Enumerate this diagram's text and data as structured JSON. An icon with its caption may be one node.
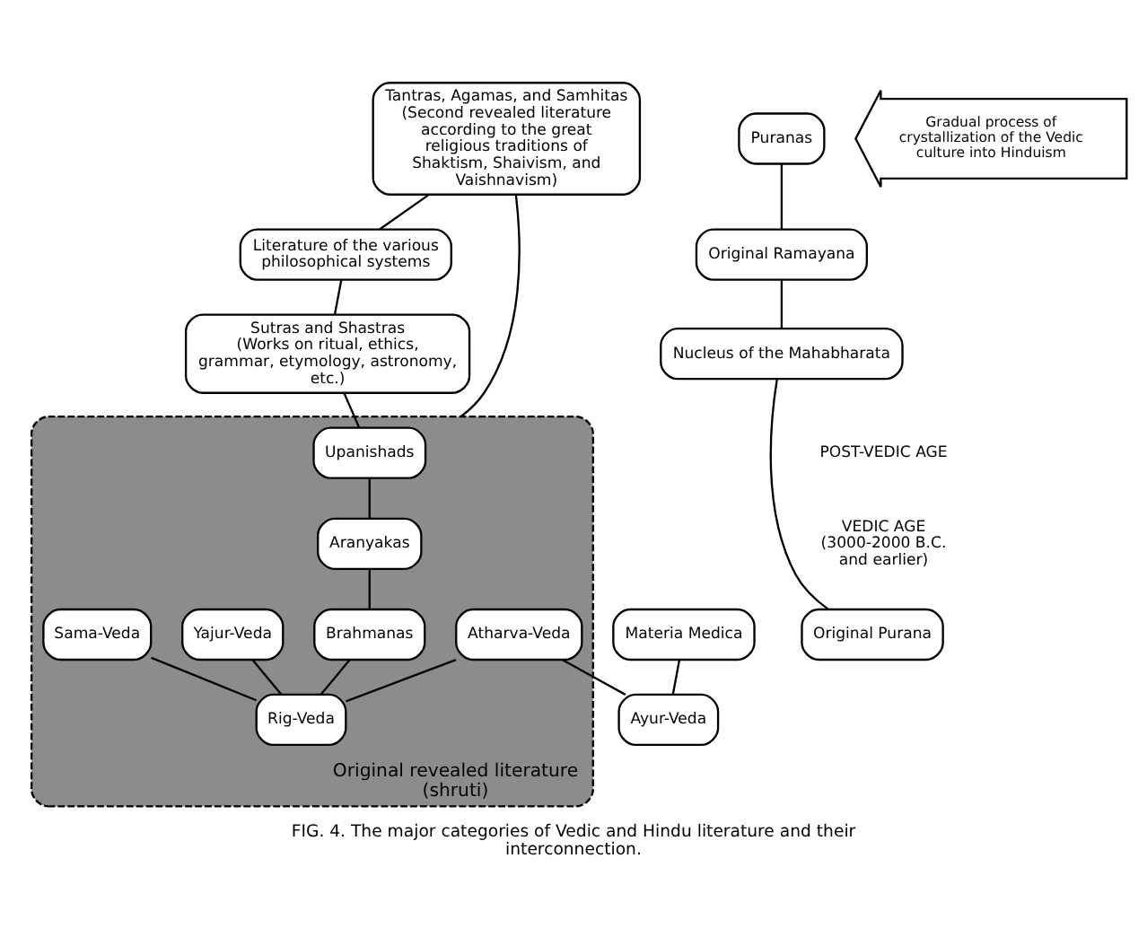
{
  "diagram": {
    "caption": "FIG. 4. The major categories of Vedic and Hindu literature and their interconnection.",
    "nodes": [
      {
        "text": [
          "Tantras, Agamas, and Samhitas",
          "(Second revealed literature according to the great religious traditions of Shaktism, Shaivism, and Vaishnavism)"
        ]
      },
      {
        "text": [
          "Literature of the various philosophical systems"
        ]
      },
      {
        "text": [
          "Sutras and Shastras",
          "(Works on ritual, ethics, grammar, etymology, astronomy, etc.)"
        ]
      },
      {
        "text": [
          "Puranas"
        ]
      },
      {
        "text": [
          "Materia Medica"
        ]
      },
      {
        "text": [
          "Original Ramayana"
        ]
      },
      {
        "text": [
          "Nucleus of the Mahabharata"
        ]
      },
      {
        "text": [
          "Original revealed literature (shruti)"
        ]
      },
      {
        "text": [
          "Upanishads"
        ],
        "in": 7
      },
      {
        "text": [
          "Aranyakas"
        ],
        "in": 7
      },
      {
        "text": [
          "Brahmanas"
        ],
        "in": 7
      },
      {
        "text": [
          "Atharva-Veda"
        ],
        "in": 7
      },
      {
        "text": [
          "Yajur-Veda"
        ],
        "in": 7
      },
      {
        "text": [
          "Sama-Veda"
        ],
        "in": 7
      },
      {
        "text": [
          "Rig-Veda"
        ],
        "in": 7
      },
      {
        "text": [
          "Ayur-Veda"
        ]
      },
      {
        "text": [
          "Original Purana"
        ]
      },
      {
        "text": [
          "Gradual process of crystallization of the Vedic culture into Hinduism"
        ]
      }
    ],
    "edges": [
      {
        "from": 0,
        "to": 1,
        "arrow": "none"
      },
      {
        "from": 1,
        "to": 2,
        "arrow": "none"
      },
      {
        "from": 0,
        "to": 7,
        "arrow": "none"
      },
      {
        "from": 2,
        "to": 8,
        "arrow": "none"
      },
      {
        "from": 8,
        "to": 9,
        "arrow": "none"
      },
      {
        "from": 9,
        "to": 10,
        "arrow": "none"
      },
      {
        "from": 10,
        "to": 14,
        "arrow": "none"
      },
      {
        "from": 12,
        "to": 14,
        "arrow": "none"
      },
      {
        "from": 13,
        "to": 14,
        "arrow": "none"
      },
      {
        "from": 11,
        "to": 14,
        "arrow": "none"
      },
      {
        "from": 11,
        "to": 15,
        "arrow": "none"
      },
      {
        "from": 4,
        "to": 15,
        "arrow": "none"
      },
      {
        "from": 3,
        "to": 5,
        "arrow": "none"
      },
      {
        "from": 5,
        "to": 6,
        "arrow": "none"
      },
      {
        "from": 6,
        "to": 16,
        "arrow": "none"
      }
    ],
    "labels": [
      "POST-VEDIC AGE",
      "VEDIC AGE (3000-2000 B.C. and earlier)"
    ]
  }
}
